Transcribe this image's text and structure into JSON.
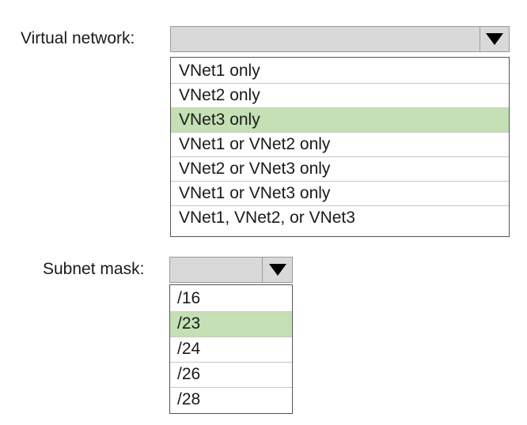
{
  "vnet": {
    "label": "Virtual network:",
    "selected_value": "",
    "options": [
      "VNet1 only",
      "VNet2 only",
      "VNet3 only",
      "VNet1 or VNet2 only",
      "VNet2 or VNet3 only",
      "VNet1 or VNet3 only",
      "VNet1, VNet2, or VNet3"
    ],
    "highlighted_option": "VNet3 only"
  },
  "subnet": {
    "label": "Subnet mask:",
    "selected_value": "",
    "options": [
      "/16",
      "/23",
      "/24",
      "/26",
      "/28"
    ],
    "highlighted_option": "/23"
  },
  "colors": {
    "highlight": "#c5e0b4",
    "select_background": "#d9d9d9"
  },
  "icons": {
    "dropdown_arrow": "triangle-down-icon"
  }
}
